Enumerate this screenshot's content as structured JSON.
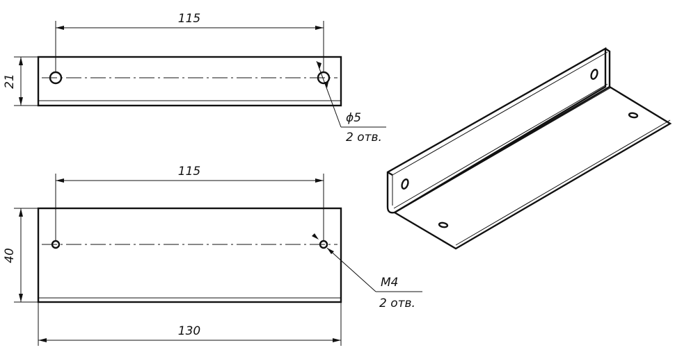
{
  "top_view": {
    "dim_hole_spacing": "115",
    "dim_height": "21",
    "hole_callout": "ϕ5",
    "hole_count": "2 отв."
  },
  "front_view": {
    "dim_hole_spacing": "115",
    "dim_height": "40",
    "dim_length": "130",
    "thread_callout": "M4",
    "thread_count": "2 отв."
  }
}
